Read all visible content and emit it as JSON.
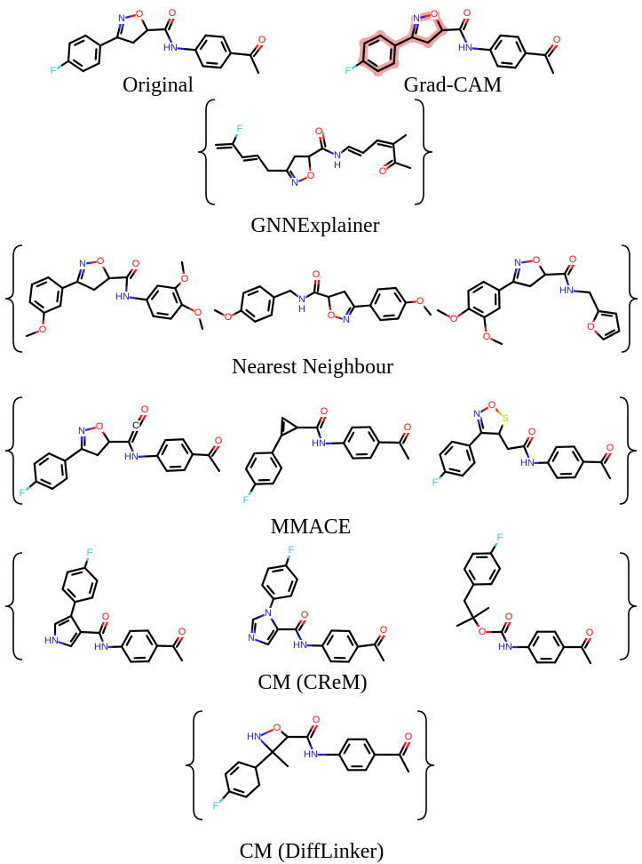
{
  "captions": {
    "original": "Original",
    "gradcam": "Grad-CAM",
    "gnnexplainer": "GNNExplainer",
    "nearest_neighbour": "Nearest Neighbour",
    "mmace": "MMACE",
    "cm_crem": "CM (CReM)",
    "cm_difflinker": "CM (DiffLinker)"
  },
  "colors": {
    "C": "#000000",
    "N": "#2020ff",
    "O": "#ff0d0d",
    "F": "#33cccc",
    "S": "#c8c800",
    "highlight": "#f08a8a"
  },
  "molecules": [
    {
      "atom_labels": [
        "N",
        "O",
        "O",
        "HN",
        "F",
        "O"
      ]
    },
    {
      "atom_labels": [
        "N",
        "O",
        "O",
        "HN",
        "F",
        "O"
      ]
    },
    {
      "atom_labels": [
        "F",
        "N",
        "O",
        "O",
        "N",
        "H",
        "O"
      ]
    },
    {
      "atom_labels": [
        "N",
        "O",
        "O",
        "HN",
        "O",
        "O",
        "O"
      ]
    },
    {
      "atom_labels": [
        "O",
        "N",
        "H",
        "O",
        "O",
        "N",
        "O"
      ]
    },
    {
      "atom_labels": [
        "N",
        "O",
        "O",
        "HN",
        "O",
        "O",
        "O"
      ]
    },
    {
      "atom_labels": [
        "N",
        "O",
        "C",
        "O",
        "HN",
        "F",
        "O"
      ]
    },
    {
      "atom_labels": [
        "O",
        "HN",
        "F",
        "O"
      ]
    },
    {
      "atom_labels": [
        "N",
        "O",
        "S",
        "O",
        "HN",
        "F",
        "O"
      ]
    },
    {
      "atom_labels": [
        "F",
        "HN",
        "O",
        "HN",
        "O"
      ]
    },
    {
      "atom_labels": [
        "F",
        "N",
        "N",
        "O",
        "HN",
        "O"
      ]
    },
    {
      "atom_labels": [
        "F",
        "O",
        "O",
        "HN",
        "O"
      ]
    },
    {
      "atom_labels": [
        "O",
        "HN",
        "O",
        "HN",
        "F",
        "O"
      ]
    }
  ]
}
